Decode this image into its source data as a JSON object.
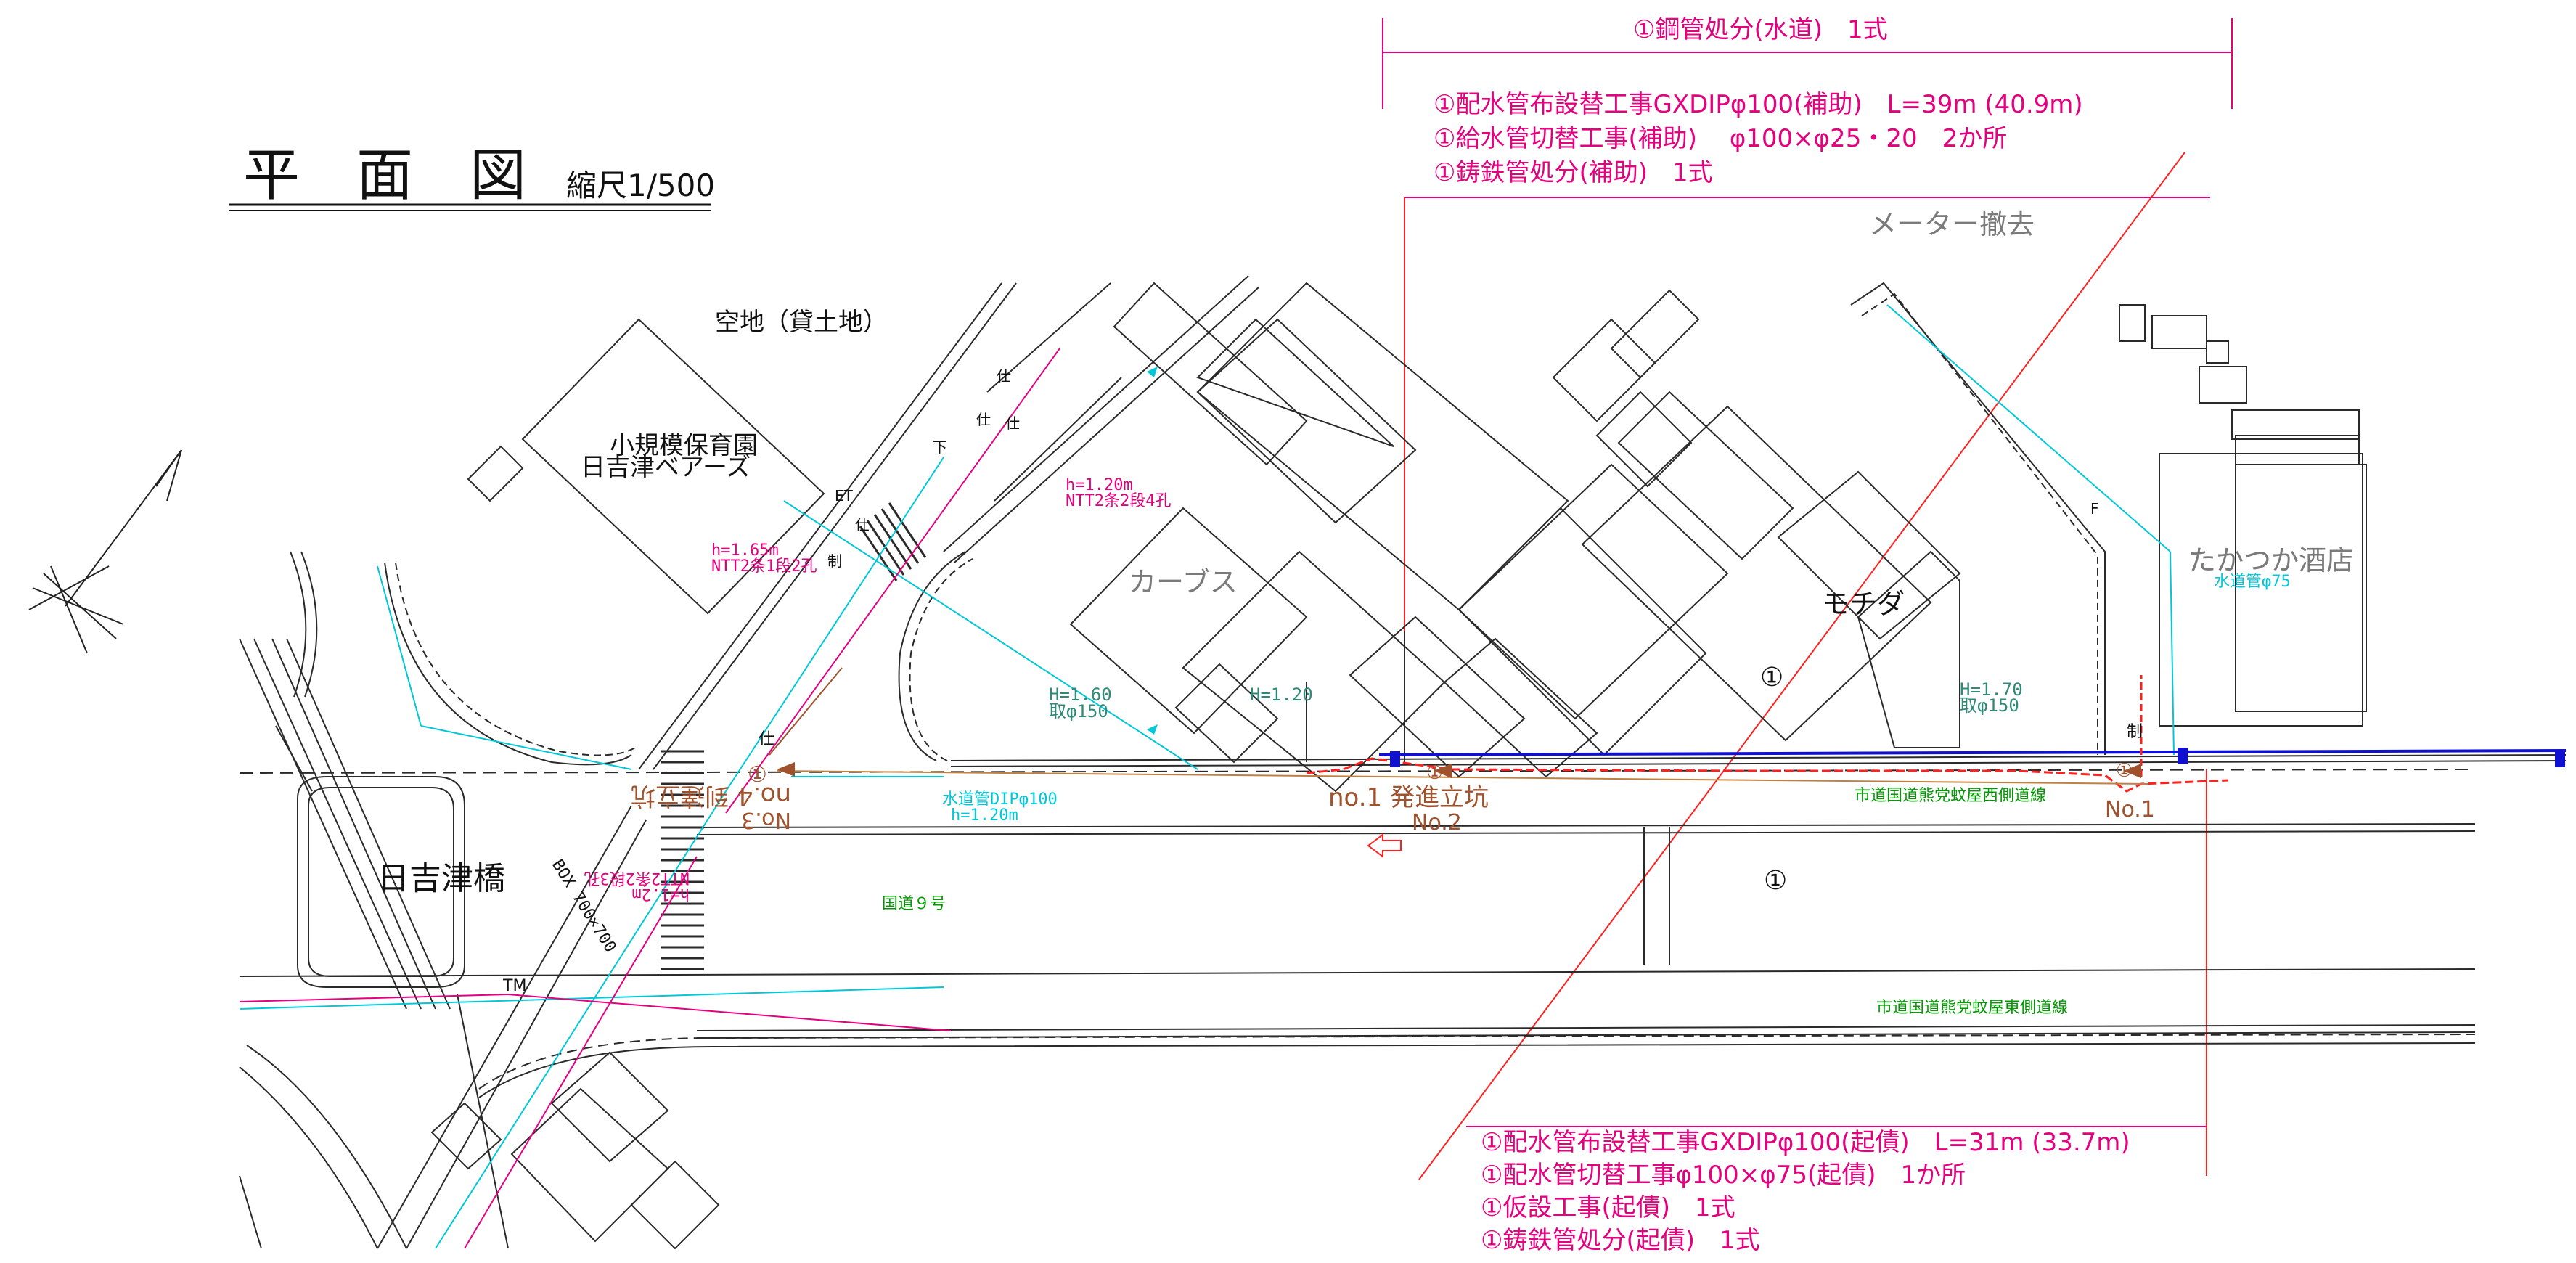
{
  "colors": {
    "line": "#2a2a2a",
    "magenta": "#e4007f",
    "red": "#ff2020",
    "cyan": "#00c8d8",
    "blue": "#1010d0",
    "brown": "#a0522d",
    "green": "#009a00",
    "teal": "#2f8a7a",
    "gray": "#7a7a7a"
  },
  "title": {
    "main": "平　面　図",
    "scale": "縮尺1/500"
  },
  "notes": {
    "top_banner": "①鋼管処分(水道)　1式",
    "top_block": [
      "①配水管布設替工事GXDIPφ100(補助)　L=39m (40.9m)",
      "①給水管切替工事(補助)　 φ100×φ25・20　2か所",
      "①鋳鉄管処分(補助)　1式"
    ],
    "bottom_block": [
      "①配水管布設替工事GXDIPφ100(起債)　L=31m (33.7m)",
      "①配水管切替工事φ100×φ75(起債)　1か所",
      "①仮設工事(起債)　1式",
      "①鋳鉄管処分(起債)　1式"
    ]
  },
  "places": {
    "meter_removal": "メーター撤去",
    "vacant_lot": "空地（貸土地）",
    "nursery_1": "小規模保育園",
    "nursery_2": "日吉津ベアーズ",
    "curves": "カーブス",
    "mochida": "モチダ",
    "takatsuka": "たかつか酒店",
    "hiezu_bridge": "日吉津橋",
    "route9": "国道９号",
    "road_west": "市道国道熊党蚊屋西側道線",
    "road_east": "市道国道熊党蚊屋東側道線"
  },
  "labels": {
    "ntt_a_h": "h=1.20m",
    "ntt_a": "NTT2条2段4孔",
    "ntt_b_h": "h=1.65m",
    "ntt_b": "NTT2条1段2孔",
    "ntt_c_h": "h=1.2m",
    "ntt_c": "NTT2条2段3孔",
    "h160": "H=1.60",
    "tori150a": "取φ150",
    "h120": "H=1.20",
    "h170": "H=1.70",
    "tori150b": "取φ150",
    "water75": "水道管φ75",
    "waterdip1": "水道管DIPφ100",
    "waterdip2": "h=1.20m",
    "no1_pit": "no.1 発進立坑",
    "no2": "No.2",
    "no1": "No.1",
    "no4_pit": "no.4 到達立坑",
    "no3": "No.3",
    "box": "BOX 700×700",
    "et": "ET",
    "tm": "TM",
    "shi": "仕",
    "sei": "制",
    "ge": "下",
    "f": "F",
    "circle1": "①"
  }
}
